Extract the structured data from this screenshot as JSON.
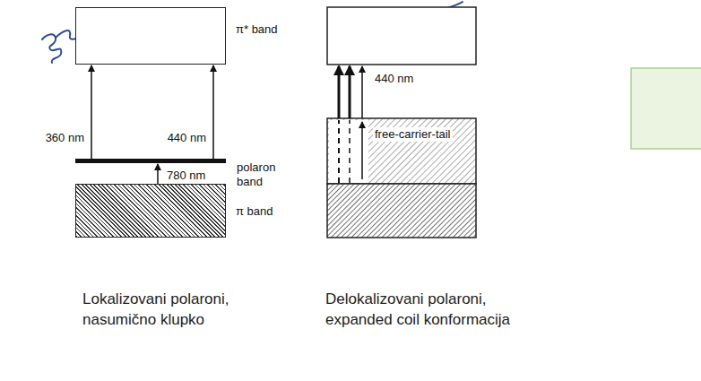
{
  "diagram": {
    "nodes": [
      {
        "text": [
          "π* band"
        ]
      },
      {
        "text": [
          "polaron band"
        ]
      },
      {
        "text": [
          "π band"
        ]
      }
    ],
    "edges": [
      {
        "from": 1,
        "to": 0,
        "label": "360 nm",
        "arrow": "to"
      },
      {
        "from": 1,
        "to": 0,
        "label": "440 nm",
        "arrow": "to"
      },
      {
        "from": 2,
        "to": 1,
        "label": "780 nm",
        "arrow": "to"
      }
    ],
    "labels": [
      "440 nm",
      "free-carrier-tail",
      "Lokalizovani polaroni, nasumično klupko",
      "Delokalizovani polaroni, expanded coil konformacija"
    ]
  }
}
